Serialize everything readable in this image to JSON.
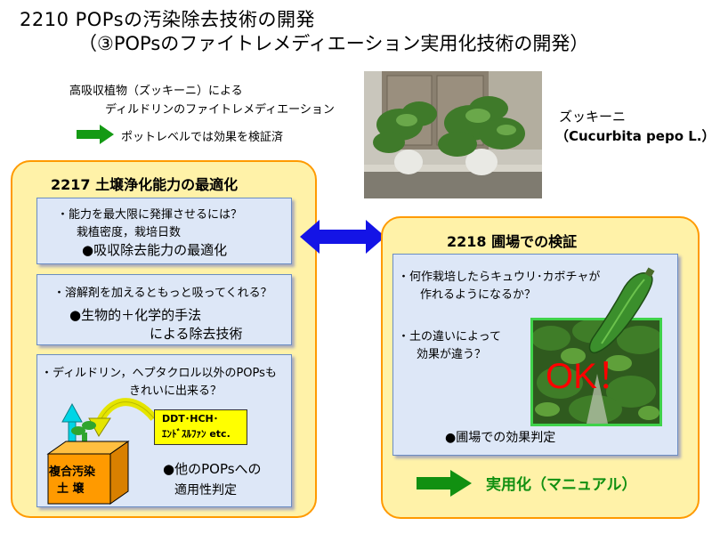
{
  "header": {
    "title_line1": "2210 POPsの汚染除去技術の開発",
    "title_line2": "（③POPsのファイトレメディエーション実用化技術の開発）"
  },
  "intro": {
    "line1": "高吸収植物（ズッキーニ）による",
    "line2": "ディルドリンのファイトレメディエーション",
    "result": "ポットレベルでは効果を検証済"
  },
  "plant": {
    "name": "ズッキーニ",
    "latin": "（Cucurbita pepo L.）"
  },
  "left_panel": {
    "title": "2217 土壌浄化能力の最適化",
    "box1": {
      "line1": "・能力を最大限に発揮させるには？",
      "line2": "栽植密度，栽培日数",
      "line3": "●吸収除去能力の最適化"
    },
    "box2": {
      "line1": "・溶解剤を加えるともっと吸ってくれる？",
      "line2": "●生物的＋化学的手法",
      "line3": "による除去技術"
    },
    "box3": {
      "line1": "・ディルドリン，ヘプタクロル以外のPOPsも",
      "line2": "きれいに出来る？",
      "chem_line1": "DDT･HCH･",
      "chem_line2": "ｴﾝﾄﾞｽﾙﾌｧﾝ etc.",
      "soil_line1": "複合汚染",
      "soil_line2": "土 壌",
      "conclusion_line1": "●他のPOPsへの",
      "conclusion_line2": "適用性判定"
    }
  },
  "right_panel": {
    "title": "2218 圃場での検証",
    "q1_line1": "・何作栽培したらキュウリ･カボチャが",
    "q1_line2": "作れるようになるか？",
    "q2_line1": "・土の違いによって",
    "q2_line2": "効果が違う？",
    "ok_text": "OK！",
    "conclusion": "●圃場での効果判定",
    "outcome": "実用化（マニュアル）"
  },
  "colors": {
    "panel_fill": "#fff2a8",
    "panel_border": "#ff9a00",
    "box_fill": "#dde7f7",
    "arrow_green": "#149a14",
    "double_arrow_blue": "#1414e6",
    "ok_red": "#ff0000",
    "outcome_green": "#119011",
    "chem_yellow": "#ffff00",
    "soil_orange": "#ff9a00"
  }
}
